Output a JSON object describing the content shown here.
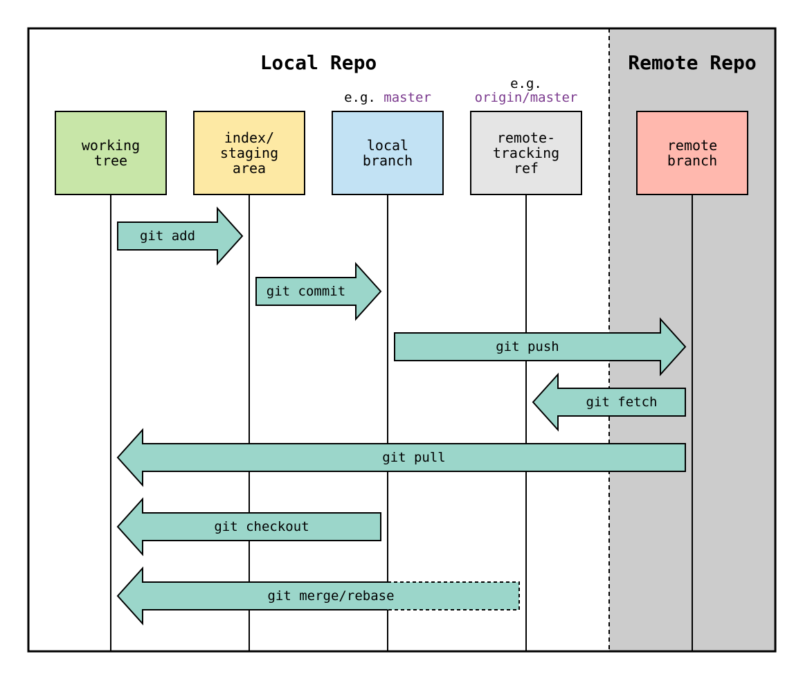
{
  "sections": {
    "local_title": "Local Repo",
    "remote_title": "Remote Repo"
  },
  "columns": [
    {
      "id": "working-tree",
      "lines": [
        "working",
        "tree"
      ],
      "color": "#c8e6a8"
    },
    {
      "id": "staging-area",
      "lines": [
        "index/",
        "staging",
        "area"
      ],
      "color": "#fde9a4"
    },
    {
      "id": "local-branch",
      "lines": [
        "local",
        "branch"
      ],
      "color": "#c2e2f4"
    },
    {
      "id": "remote-tracking-ref",
      "lines": [
        "remote-",
        "tracking",
        "ref"
      ],
      "color": "#e5e5e5"
    },
    {
      "id": "remote-branch",
      "lines": [
        "remote",
        "branch"
      ],
      "color": "#ffb8ae"
    }
  ],
  "examples": {
    "local_prefix": "e.g.",
    "local_name": "master",
    "tracking_prefix": "e.g.",
    "tracking_name": "origin/master",
    "name_color": "#7b3a8e"
  },
  "commands": [
    {
      "label": "git add",
      "from": "working-tree",
      "to": "staging-area"
    },
    {
      "label": "git commit",
      "from": "staging-area",
      "to": "local-branch"
    },
    {
      "label": "git push",
      "from": "local-branch",
      "to": "remote-branch"
    },
    {
      "label": "git fetch",
      "from": "remote-branch",
      "to": "remote-tracking-ref"
    },
    {
      "label": "git pull",
      "from": "remote-branch",
      "to": "working-tree"
    },
    {
      "label": "git checkout",
      "from": "local-branch",
      "to": "working-tree"
    },
    {
      "label": "git merge/rebase",
      "from": "remote-tracking-ref",
      "to": "working-tree"
    }
  ],
  "colors": {
    "arrow_fill": "#9bd6ca",
    "remote_bg": "#cccccc"
  }
}
